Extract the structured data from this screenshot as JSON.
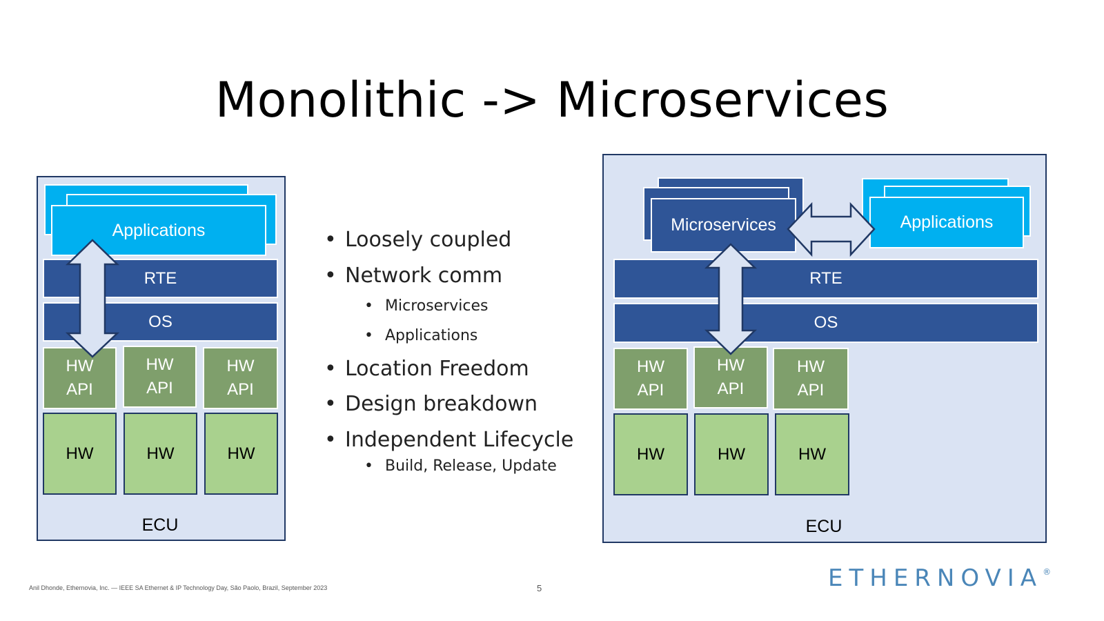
{
  "slide": {
    "title": "Monolithic -> Microservices",
    "page_number": "5",
    "footer": "Anil Dhonde, Ethernovia, Inc. — IEEE SA Ethernet & IP Technology Day, São Paolo, Brazil, September 2023",
    "logo": "ETHERNOVIA",
    "logo_mark": "®"
  },
  "monolithic": {
    "applications": "Applications",
    "rte": "RTE",
    "os": "OS",
    "hw_api": [
      "HW API",
      "HW API",
      "HW API"
    ],
    "hw": [
      "HW",
      "HW",
      "HW"
    ],
    "ecu": "ECU"
  },
  "bullets": {
    "items": [
      {
        "level": 1,
        "text": "Loosely coupled"
      },
      {
        "level": 1,
        "text": "Network comm"
      },
      {
        "level": 2,
        "text": "Microservices"
      },
      {
        "level": 2,
        "text": "Applications"
      },
      {
        "level": 1,
        "text": "Location Freedom"
      },
      {
        "level": 1,
        "text": "Design breakdown"
      },
      {
        "level": 1,
        "text": "Independent Lifecycle"
      },
      {
        "level": 2,
        "text": "Build, Release, Update"
      }
    ]
  },
  "microservices": {
    "microservices": "Microservices",
    "applications": "Applications",
    "rte": "RTE",
    "os": "OS",
    "hw_api": [
      "HW API",
      "HW API",
      "HW API"
    ],
    "hw": [
      "HW",
      "HW",
      "HW"
    ],
    "ecu": "ECU"
  },
  "colors": {
    "applications": "#00b0f0",
    "layer_navy": "#2f5597",
    "hw_api": "#7f9f6c",
    "hw": "#a9d18e",
    "ecu_fill": "#dae3f3",
    "border": "#203864",
    "logo": "#4a86b8"
  }
}
